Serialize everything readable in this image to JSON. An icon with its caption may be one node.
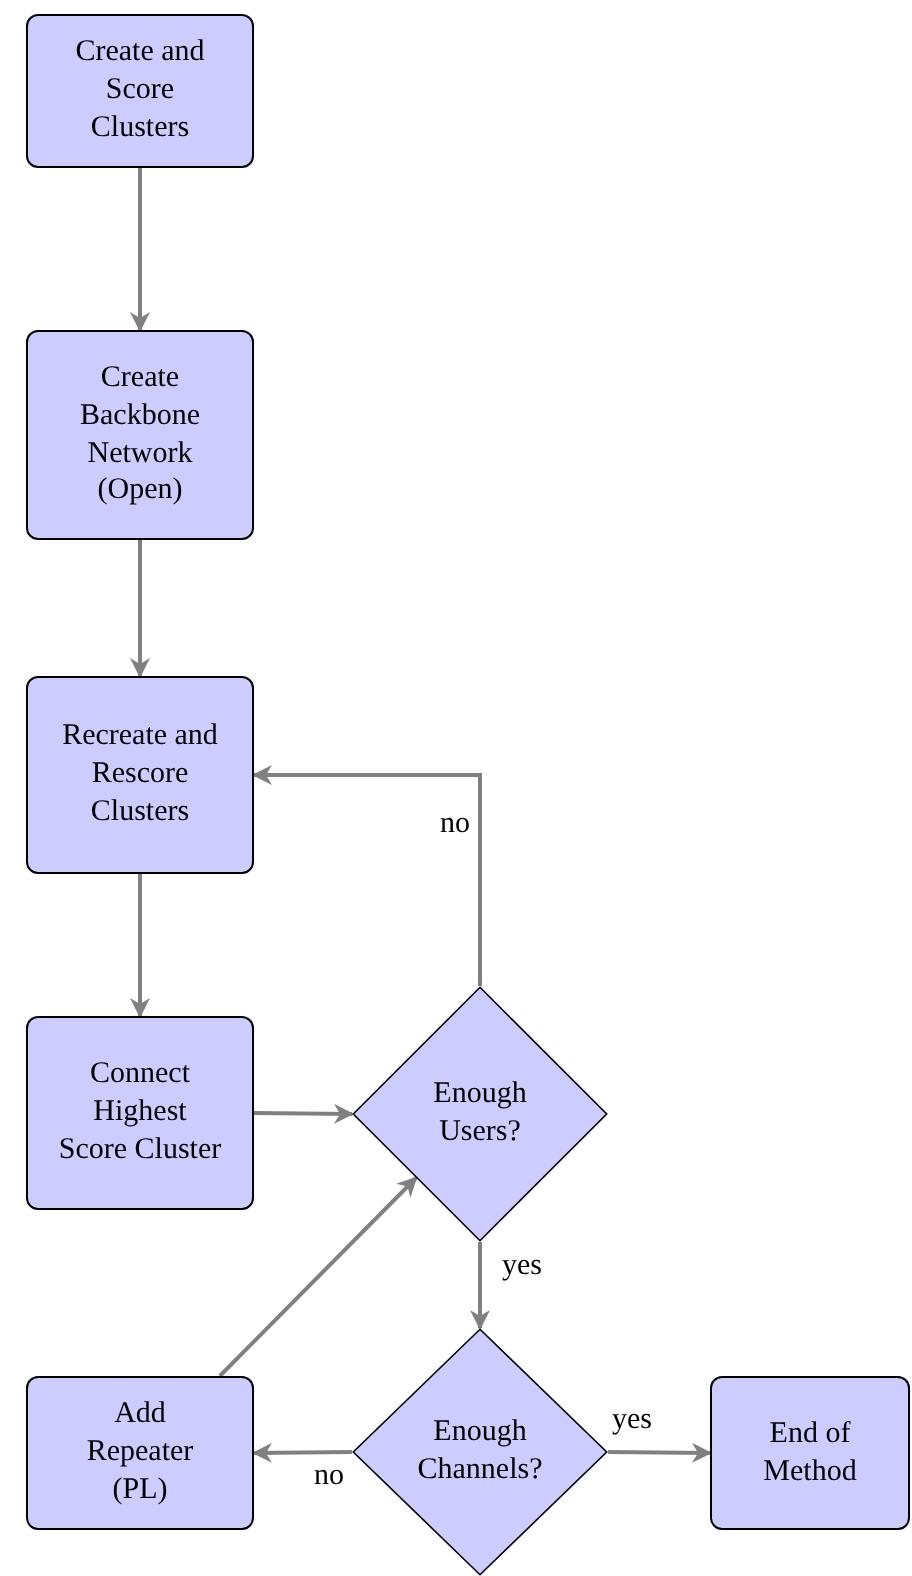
{
  "diagram": {
    "nodes": [
      {
        "text": [
          "Create and Score Clusters"
        ]
      },
      {
        "text": [
          "Create Backbone Network (Open)"
        ]
      },
      {
        "text": [
          "Recreate and Rescore Clusters"
        ]
      },
      {
        "text": [
          "Connect Highest Score Cluster"
        ]
      },
      {
        "text": [
          "Enough Users?"
        ]
      },
      {
        "text": [
          "Enough Channels?"
        ]
      },
      {
        "text": [
          "Add Repeater (PL)"
        ]
      },
      {
        "text": [
          "End of Method"
        ]
      }
    ],
    "edges": [
      {
        "from": 0,
        "to": 1,
        "arrow": "to"
      },
      {
        "from": 1,
        "to": 2,
        "arrow": "to"
      },
      {
        "from": 2,
        "to": 3,
        "arrow": "to"
      },
      {
        "from": 3,
        "to": 4,
        "arrow": "to"
      },
      {
        "from": 4,
        "to": 2,
        "arrow": "to",
        "label": "no"
      },
      {
        "from": 4,
        "to": 5,
        "arrow": "to",
        "label": "yes"
      },
      {
        "from": 5,
        "to": 7,
        "arrow": "to",
        "label": "yes"
      },
      {
        "from": 5,
        "to": 6,
        "arrow": "to",
        "label": "no"
      },
      {
        "from": 6,
        "to": 4,
        "arrow": "to"
      }
    ]
  }
}
